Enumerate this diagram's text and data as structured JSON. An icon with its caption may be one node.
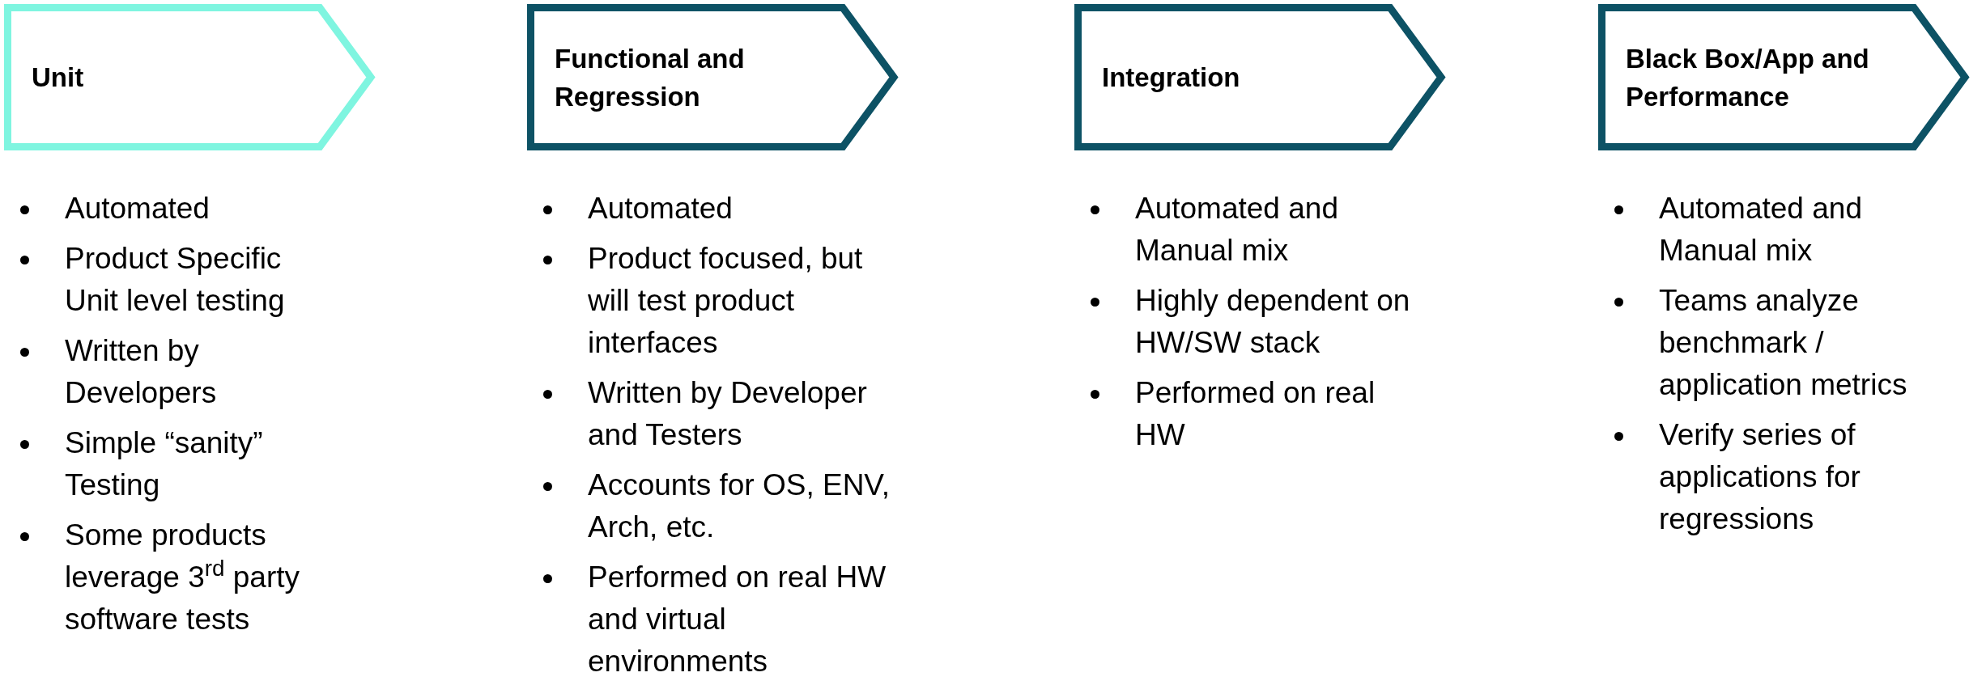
{
  "diagram": {
    "nodes": [
      {
        "text": [
          "Unit"
        ],
        "beside": [
          "Automated",
          "Product Specific Unit level testing",
          "Written by Developers",
          "Simple “sanity” Testing",
          "Some products leverage 3$^{rd}$ party software tests"
        ]
      },
      {
        "text": [
          "Functional and Regression"
        ],
        "beside": [
          "Automated",
          "Product focused, but will test product interfaces",
          "Written by Developer and Testers",
          "Accounts for OS, ENV, Arch, etc.",
          "Performed on real HW and virtual environments"
        ]
      },
      {
        "text": [
          "Integration"
        ],
        "beside": [
          "Automated and Manual mix",
          "Highly dependent on HW/SW stack",
          "Performed on real HW"
        ]
      },
      {
        "text": [
          "Black Box/App and Performance"
        ],
        "beside": [
          "Automated and Manual mix",
          "Teams analyze benchmark / application metrics",
          "Verify series of applications for regressions"
        ]
      }
    ],
    "edges": []
  }
}
